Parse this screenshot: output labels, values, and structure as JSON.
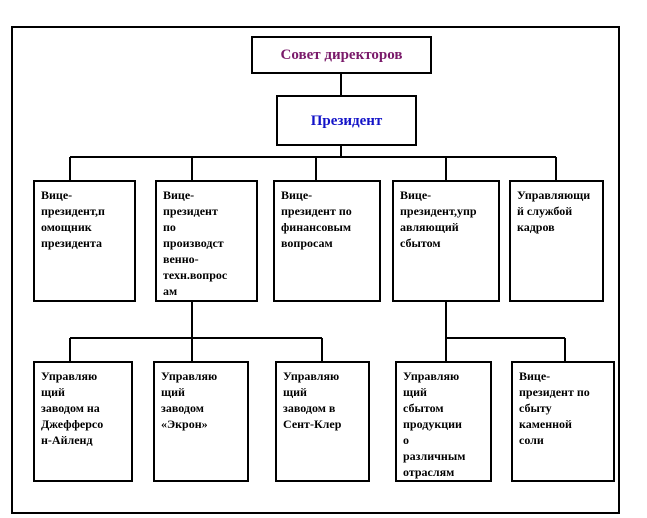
{
  "org_chart": {
    "board": {
      "label": "Совет директоров",
      "color": "#7a1a6a"
    },
    "president": {
      "label": "Президент",
      "color": "#1414c8"
    },
    "level2": [
      {
        "label": "Вице-\nпрезидент,п\nомощник\nпрезидента"
      },
      {
        "label": "Вице-\nпрезидент\nпо\nпроизводст\nвенно-\nтехн.вопрос\nам"
      },
      {
        "label": "Вице-\nпрезидент по\nфинансовым\nвопросам"
      },
      {
        "label": "Вице-\nпрезидент,упр\nавляющий\nсбытом"
      },
      {
        "label": "Управляющи\nй службой\nкадров"
      }
    ],
    "level3": [
      {
        "label": "Управляю\nщий\nзаводом на\nДжефферсо\nн-Айленд"
      },
      {
        "label": "Управляю\nщий\nзаводом\n«Экрон»"
      },
      {
        "label": "Управляю\nщий\nзаводом в\nСент-Клер"
      },
      {
        "label": "Управляю\nщий\nсбытом\nпродукции\nо\nразличным\nотраслям"
      },
      {
        "label": "Вице-\nпрезидент по\nсбыту\nкаменной\nсоли"
      }
    ]
  }
}
